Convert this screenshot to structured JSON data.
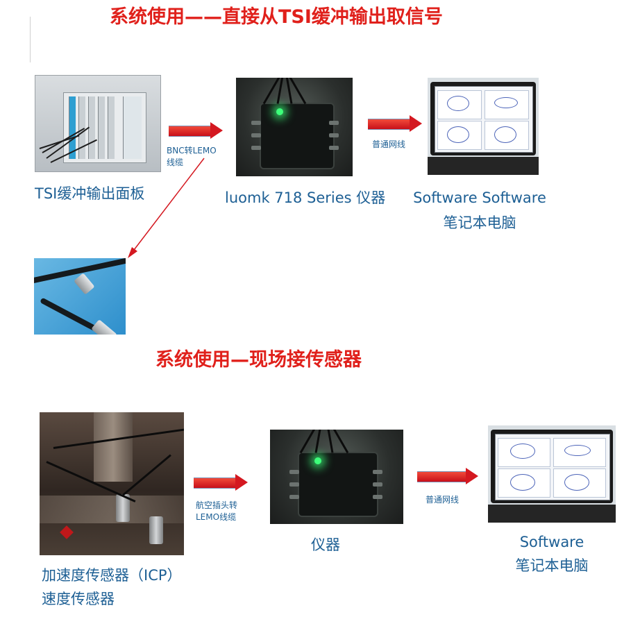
{
  "section1": {
    "title": "系统使用——直接从TSI缓冲输出取信号",
    "tsi_caption": "TSI缓冲输出面板",
    "cable_label_line1": "BNC转LEMO",
    "cable_label_line2": "线缆",
    "device_caption": "luomk 718 Series 仪器",
    "network_label": "普通网线",
    "laptop_caption_line1": "Software Software",
    "laptop_caption_line2": "笔记本电脑"
  },
  "section2": {
    "title": "系统使用—现场接传感器",
    "sensor_caption_line1": "加速度传感器（ICP）",
    "sensor_caption_line2": "速度传感器",
    "cable_label_line1": "航空插头转",
    "cable_label_line2": "LEMO线缆",
    "device_caption": "仪器",
    "network_label": "普通网线",
    "laptop_caption_line1": "Software",
    "laptop_caption_line2": "笔记本电脑"
  },
  "icons": {
    "tsi_panel": "tsi-buffer-panel-photo-icon",
    "instrument": "data-acquisition-instrument-photo-icon",
    "laptop": "laptop-photo-icon",
    "cable": "bnc-lemo-cable-photo-icon",
    "sensor": "field-sensor-photo-icon",
    "arrow": "right-arrow-icon"
  },
  "colors": {
    "title": "#e0201b",
    "caption": "#1d5f94",
    "arrow": "#d41820"
  }
}
